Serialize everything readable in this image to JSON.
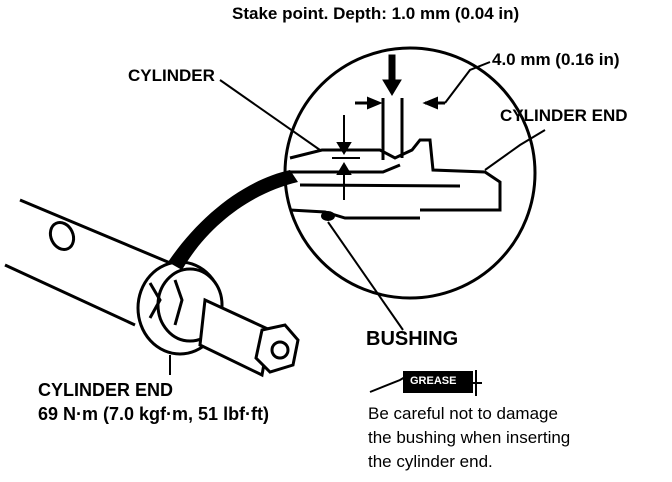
{
  "labels": {
    "stake_point": "Stake point. Depth: 1.0 mm (0.04 in)",
    "dimension": "4.0 mm (0.16 in)",
    "cylinder": "CYLINDER",
    "cylinder_end_detail": "CYLINDER END",
    "bushing": "BUSHING",
    "grease": "GREASE",
    "cylinder_end_main": "CYLINDER END",
    "torque": "69 N·m (7.0 kgf·m, 51 lbf·ft)"
  },
  "note": {
    "lines": [
      "Be careful not to damage",
      "the bushing when inserting",
      "the cylinder end."
    ]
  },
  "colors": {
    "ink": "#000000",
    "paper": "#ffffff"
  }
}
